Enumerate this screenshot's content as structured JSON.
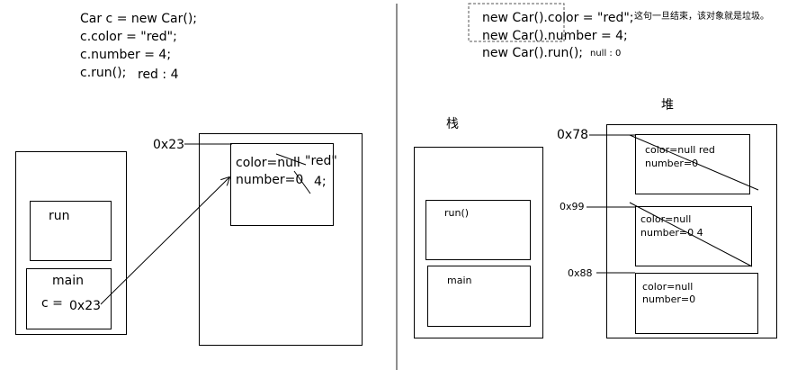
{
  "left": {
    "code_lines": [
      "Car c = new Car();",
      "c.color = \"red\";",
      "c.number = 4;",
      "c.run();"
    ],
    "output": "red : 4",
    "stack": {
      "run_label": "run",
      "main_label": "main",
      "c_label": "c =",
      "c_value": "0x23"
    },
    "heap": {
      "address": "0x23",
      "color_field": "color=null",
      "color_new": "\"red\"",
      "number_field": "number=0",
      "number_new": "4;"
    }
  },
  "right": {
    "code_lines": [
      "new Car().color = \"red\";",
      "new Car().number = 4;",
      "new Car().run();"
    ],
    "comment": "这句一旦结束，该对象就是垃圾。",
    "output": "null : 0",
    "stack_title": "栈",
    "heap_title": "堆",
    "stack": {
      "run_label": "run()",
      "main_label": "main"
    },
    "heap_objects": [
      {
        "address": "0x78",
        "color_line": "color=null red",
        "number_line": "number=0"
      },
      {
        "address": "0x99",
        "color_line": "color=null",
        "number_line": "number=0  4"
      },
      {
        "address": "0x88",
        "color_line": "color=null",
        "number_line": "number=0"
      }
    ]
  }
}
